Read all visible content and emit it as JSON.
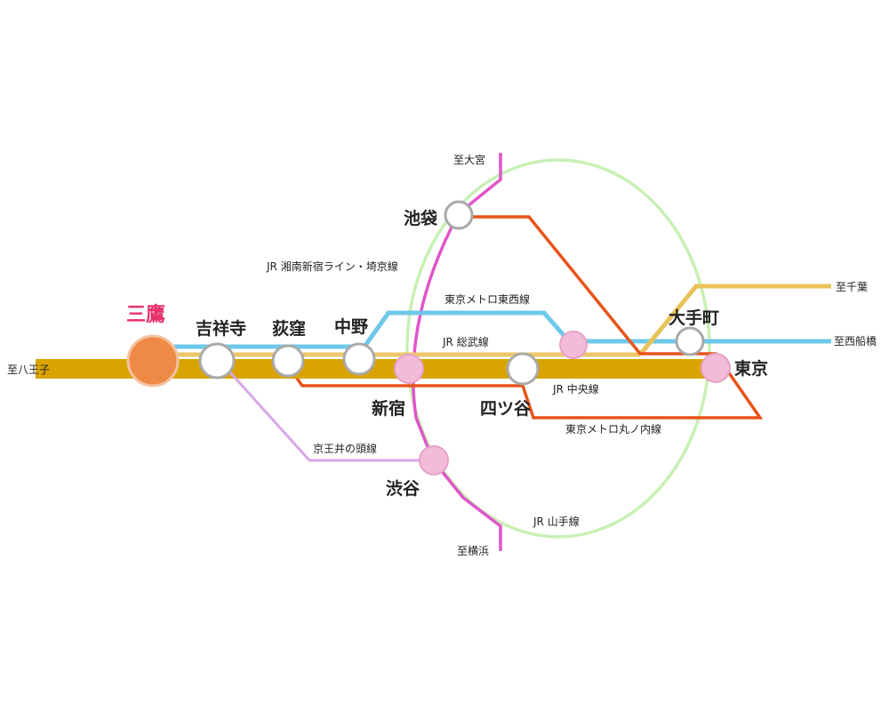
{
  "colors": {
    "chuo_rapid": "#d9a400",
    "sobu": "#ecc76a",
    "tozai": "#6ec8ea",
    "marunouchi": "#e8541a",
    "yamanote": "#c8f0b4",
    "saikyo": "#e055c9",
    "inokashira": "#d9a6e8",
    "tokyu": "#e8c35a",
    "mitaka_station": "#ef8a46",
    "interchange_station": "#f2bcd8",
    "mitaka_text": "#e8336d"
  },
  "stations": {
    "mitaka": "三鷹",
    "kichijoji": "吉祥寺",
    "ogikubo": "荻窪",
    "nakano": "中野",
    "shinjuku": "新宿",
    "yotsuya": "四ツ谷",
    "tokyo": "東京",
    "otemachi": "大手町",
    "ikebukuro": "池袋",
    "shibuya": "渋谷"
  },
  "destinations": {
    "hachioji": "至八王子",
    "omiya": "至大宮",
    "chiba": "至千葉",
    "nishifunabashi": "至西船橋",
    "yokohama": "至横浜"
  },
  "lines": {
    "shonan": "JR 湘南新宿ライン・埼京線",
    "tozai": "東京メトロ東西線",
    "sobu": "JR 総武線",
    "chuo": "JR 中央線",
    "marunouchi": "東京メトロ丸ノ内線",
    "inokashira": "京王井の頭線",
    "yamanote": "JR 山手線"
  }
}
